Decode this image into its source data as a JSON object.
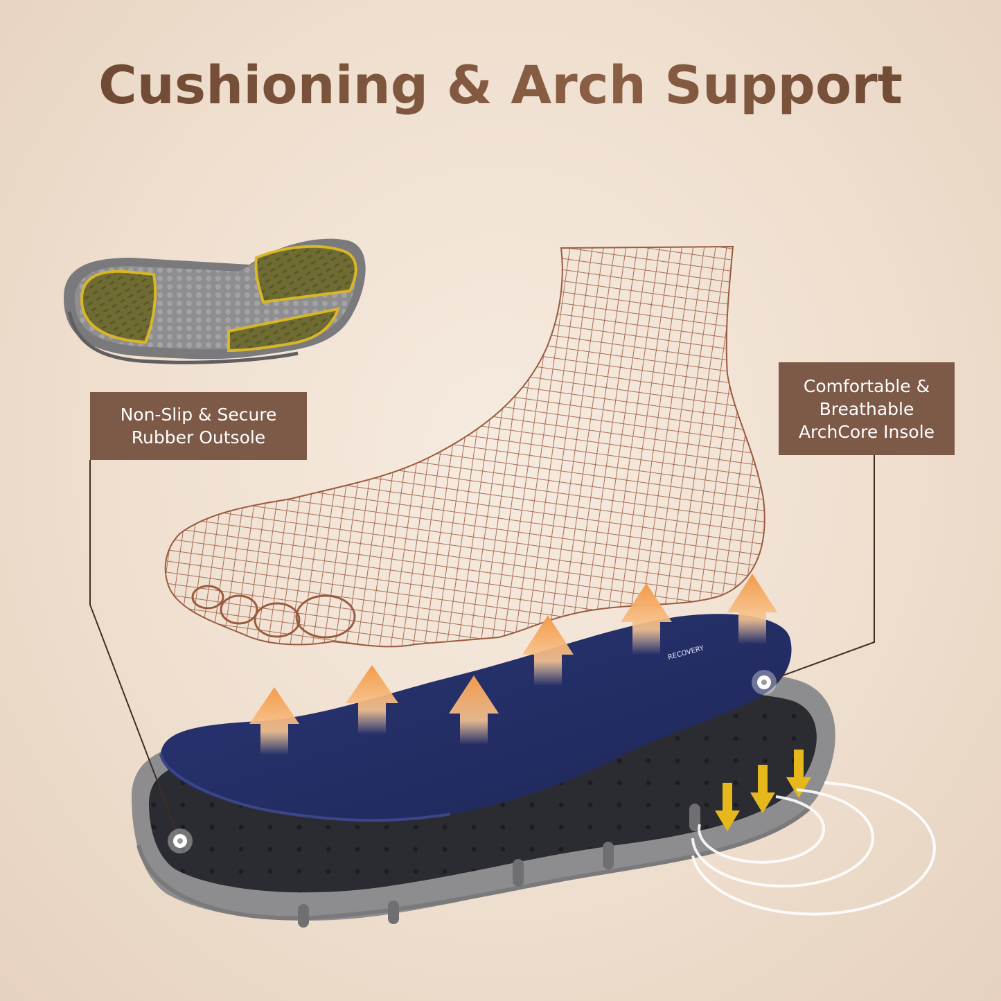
{
  "title": "Cushioning & Arch Support",
  "callouts": {
    "outsole": {
      "line1": "Non-Slip & Secure",
      "line2": "Rubber Outsole"
    },
    "insole": {
      "line1": "Comfortable &",
      "line2": "Breathable",
      "line3": "ArchCore Insole"
    }
  },
  "colors": {
    "callout_bg": "#7d5948",
    "title": "#74503a",
    "insole": "#253066",
    "midsole": "#8d8d8f",
    "tread": "#6e6b33",
    "tread_rim": "#d8b62a",
    "foot_mesh": "#9a5a3e",
    "arrow_up": "#f0a04e",
    "arrow_down": "#e6b81c"
  },
  "icons": [
    "arrow-up-icon",
    "arrow-down-icon",
    "callout-dot-icon",
    "ripple-icon"
  ]
}
